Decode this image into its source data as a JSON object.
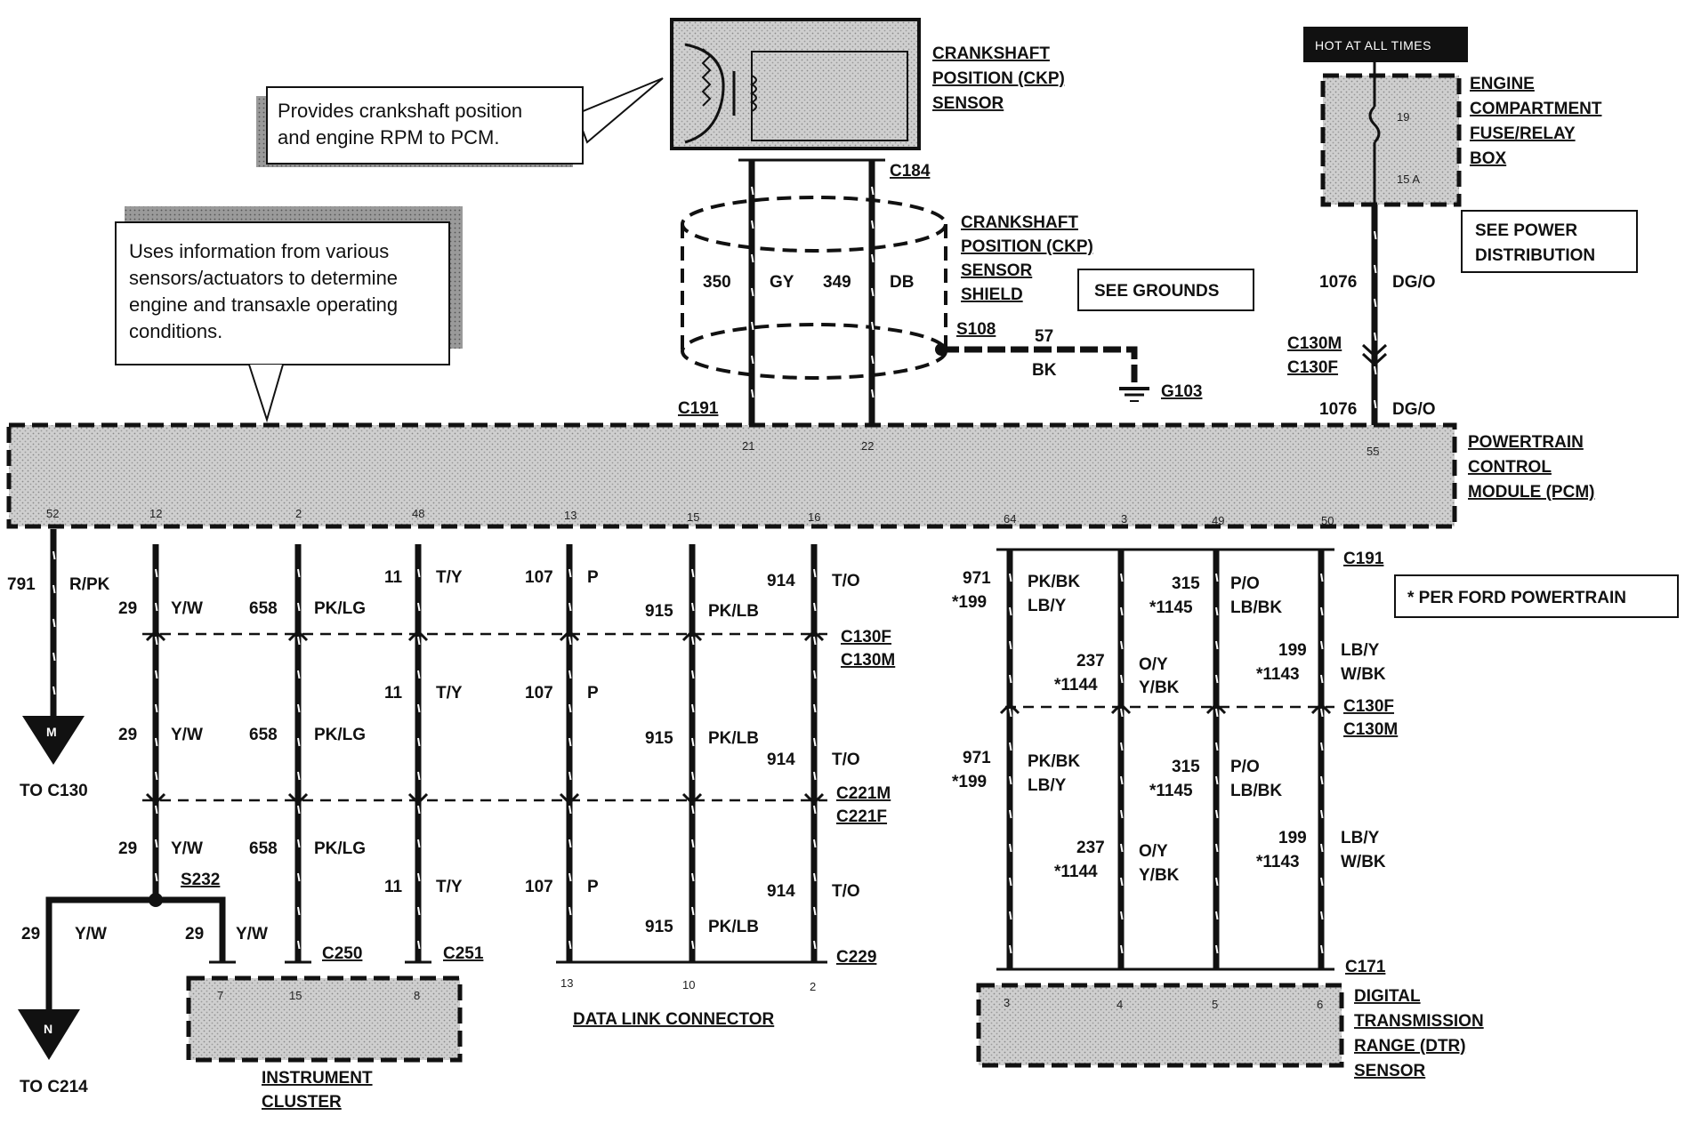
{
  "notes": {
    "ckp_note": [
      "Provides crankshaft position",
      "and engine RPM to PCM."
    ],
    "pcm_note": [
      "Uses information from various",
      "sensors/actuators to determine",
      "engine and transaxle operating",
      "conditions."
    ]
  },
  "components": {
    "ckp_sensor": [
      "CRANKSHAFT",
      "POSITION (CKP)",
      "SENSOR"
    ],
    "ckp_shield": [
      "CRANKSHAFT",
      "POSITION (CKP)",
      "SENSOR",
      "SHIELD"
    ],
    "fuse_box": [
      "ENGINE",
      "COMPARTMENT",
      "FUSE/RELAY",
      "BOX"
    ],
    "pcm": [
      "POWERTRAIN",
      "CONTROL",
      "MODULE (PCM)"
    ],
    "instrument_cluster": [
      "INSTRUMENT",
      "CLUSTER"
    ],
    "data_link_connector": "DATA LINK CONNECTOR",
    "dtr_sensor": [
      "DIGITAL",
      "TRANSMISSION",
      "RANGE (DTR)",
      "SENSOR"
    ]
  },
  "boxes": {
    "hot_at_all_times": "HOT AT ALL TIMES",
    "see_grounds": "SEE GROUNDS",
    "see_power": [
      "SEE POWER",
      "DISTRIBUTION"
    ],
    "per_ford": "* PER FORD POWERTRAIN"
  },
  "fuse": {
    "number": "19",
    "rating": "15 A"
  },
  "connectors": {
    "c184": "C184",
    "c191_top": "C191",
    "c191_right": "C191",
    "s108": "S108",
    "g103": "G103",
    "c130m_top": "C130M",
    "c130f_top": "C130F",
    "c130f_a": "C130F",
    "c130m_a": "C130M",
    "c221m": "C221M",
    "c221f": "C221F",
    "c130f_b": "C130F",
    "c130m_b": "C130M",
    "s232": "S232",
    "c250": "C250",
    "c251": "C251",
    "c229": "C229",
    "c171": "C171",
    "to_c130_letter": "M",
    "to_c130": "TO C130",
    "to_c214_letter": "N",
    "to_c214": "TO C214"
  },
  "pins": {
    "pcm_top": {
      "p21": "21",
      "p22": "22",
      "p55": "55"
    },
    "pcm_bottom": {
      "p52": "52",
      "p12": "12",
      "p2": "2",
      "p48": "48",
      "p13": "13",
      "p15": "15",
      "p16": "16",
      "p64": "64",
      "p3": "3",
      "p49": "49",
      "p50": "50"
    },
    "cluster": {
      "p7": "7",
      "p15": "15",
      "p8": "8"
    },
    "dlc": {
      "p13": "13",
      "p10": "10",
      "p2": "2"
    },
    "dtr": {
      "p3": "3",
      "p4": "4",
      "p5": "5",
      "p6": "6"
    }
  },
  "circuits": {
    "c350": "350",
    "gy": "GY",
    "c349": "349",
    "db": "DB",
    "c57": "57",
    "bk": "BK",
    "c1076": "1076",
    "dgo": "DG/O",
    "c791": "791",
    "rpk": "R/PK",
    "c29": "29",
    "yw": "Y/W",
    "c658": "658",
    "pklg": "PK/LG",
    "c11": "11",
    "ty": "T/Y",
    "c107": "107",
    "p": "P",
    "c915": "915",
    "pklb": "PK/LB",
    "c914": "914",
    "to": "T/O",
    "c971": "971",
    "s199": "*199",
    "pkbk": "PK/BK",
    "lby": "LB/Y",
    "c237": "237",
    "s1144": "*1144",
    "oy": "O/Y",
    "ybk": "Y/BK",
    "c315": "315",
    "s1145": "*1145",
    "po": "P/O",
    "lbbk": "LB/BK",
    "c199": "199",
    "s1143": "*1143",
    "wbk": "W/BK"
  },
  "colors": {
    "ink": "#111111",
    "module_fill": "#c9c9c9",
    "paper": "#ffffff"
  }
}
